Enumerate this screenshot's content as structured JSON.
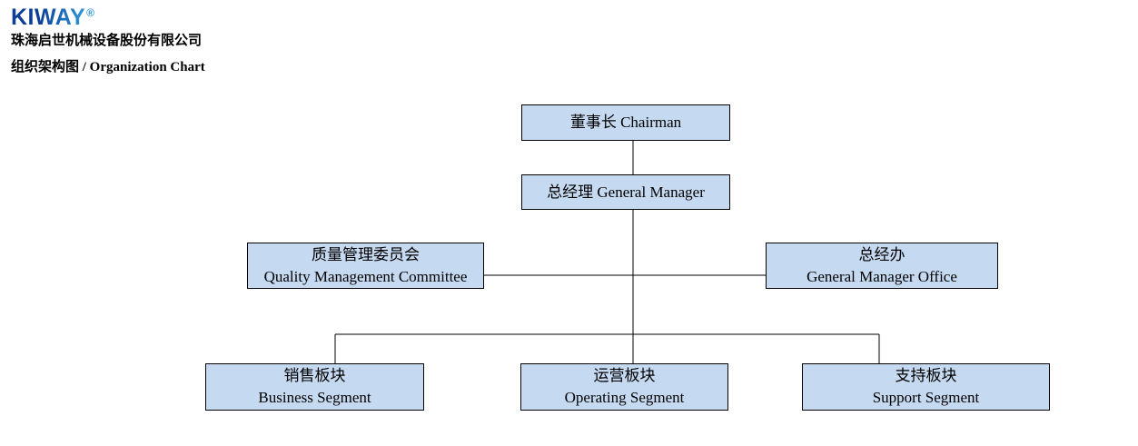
{
  "header": {
    "logo_text": "KIWAY",
    "logo_registered_mark": "®",
    "company_name": "珠海启世机械设备股份有限公司",
    "chart_title": "组织架构图 / Organization Chart"
  },
  "colors": {
    "node_fill": "#c5d9f1",
    "node_border": "#000000",
    "connector": "#000000",
    "logo_blue_dark": "#0c3e96",
    "logo_blue_light": "#2b93d4"
  },
  "org_chart": {
    "nodes": {
      "chairman": {
        "zh": "董事长",
        "en": "Chairman"
      },
      "general_manager": {
        "zh": "总经理",
        "en": "General Manager"
      },
      "quality_committee": {
        "zh": "质量管理委员会",
        "en": "Quality Management Committee"
      },
      "gm_office": {
        "zh": "总经办",
        "en": "General Manager Office"
      },
      "business_segment": {
        "zh": "销售板块",
        "en": "Business Segment"
      },
      "operating_segment": {
        "zh": "运营板块",
        "en": "Operating Segment"
      },
      "support_segment": {
        "zh": "支持板块",
        "en": "Support Segment"
      }
    }
  }
}
